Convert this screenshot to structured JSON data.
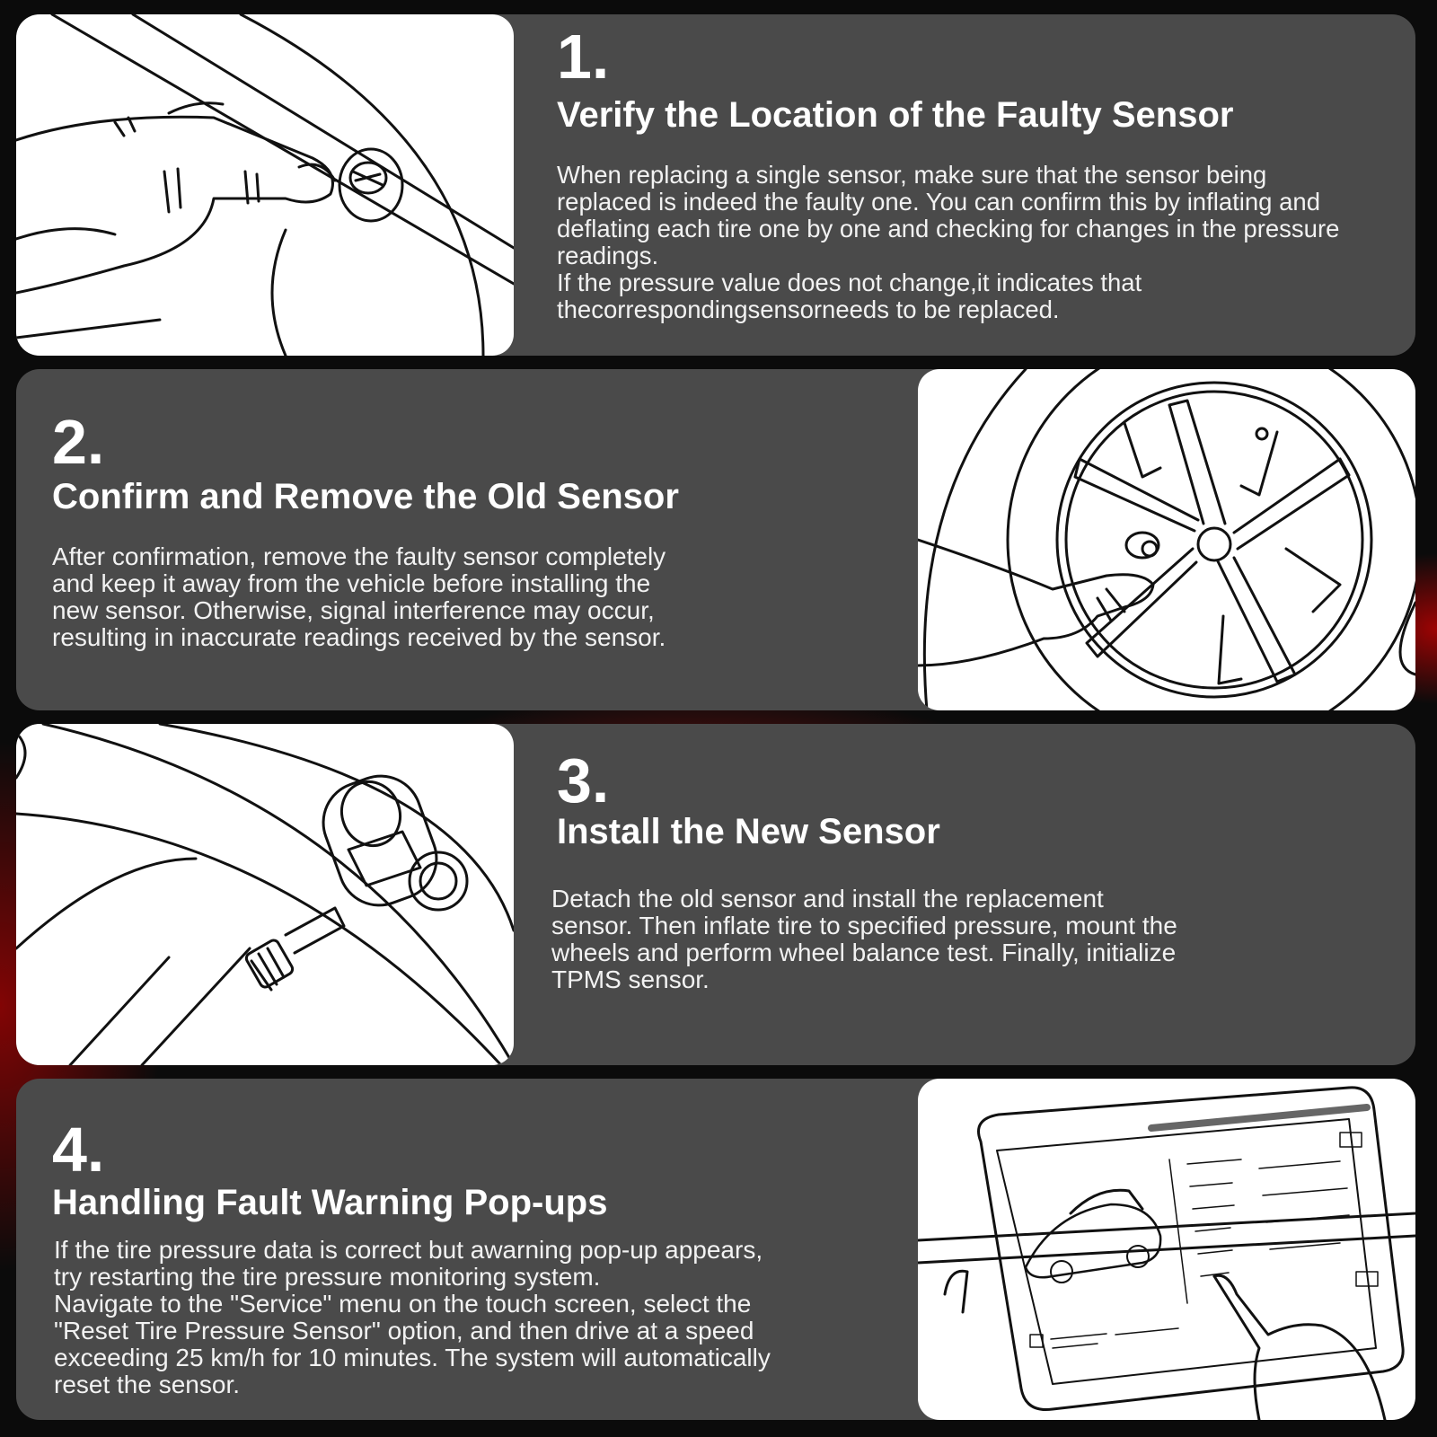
{
  "steps": [
    {
      "number": "1.",
      "title": "Verify the Location of the Faulty Sensor",
      "body": "When replacing a single sensor, make sure that the sensor being\nreplaced is indeed the faulty one. You can confirm this by inflating and\ndeflating each tire one by one and checking for changes in the pressure\nreadings.\nIf the pressure value does not change,it indicates that\nthecorrespondingsensorneeds to be replaced.",
      "illustration": "finger-on-valve-illustration"
    },
    {
      "number": "2.",
      "title": "Confirm and Remove the Old Sensor",
      "body": "After confirmation, remove the faulty sensor completely\nand keep it away from the vehicle before installing the\nnew sensor. Otherwise, signal interference may occur,\nresulting in inaccurate readings received by the sensor.",
      "illustration": "hand-removing-sensor-from-wheel-illustration"
    },
    {
      "number": "3.",
      "title": "Install the New Sensor",
      "body": "Detach the old sensor and install the replacement\nsensor. Then inflate tire to specified pressure, mount the\nwheels and perform wheel balance test. Finally, initialize\nTPMS sensor.",
      "illustration": "tpms-sensor-on-rim-illustration"
    },
    {
      "number": "4.",
      "title": "Handling Fault Warning Pop-ups",
      "body": "If the tire pressure data is correct but awarning pop-up appears,\ntry restarting the tire pressure monitoring system.\nNavigate to the \"Service\" menu on the touch screen, select the\n\"Reset Tire Pressure Sensor\" option, and then drive at a speed\nexceeding 25 km/h for 10 minutes. The system will automatically\nreset the sensor.",
      "illustration": "touchscreen-service-menu-illustration"
    }
  ],
  "colors": {
    "background": "#0b0b0b",
    "panel": "#4a4a4a",
    "accent_glow": "#c81414",
    "text": "#ffffff"
  }
}
